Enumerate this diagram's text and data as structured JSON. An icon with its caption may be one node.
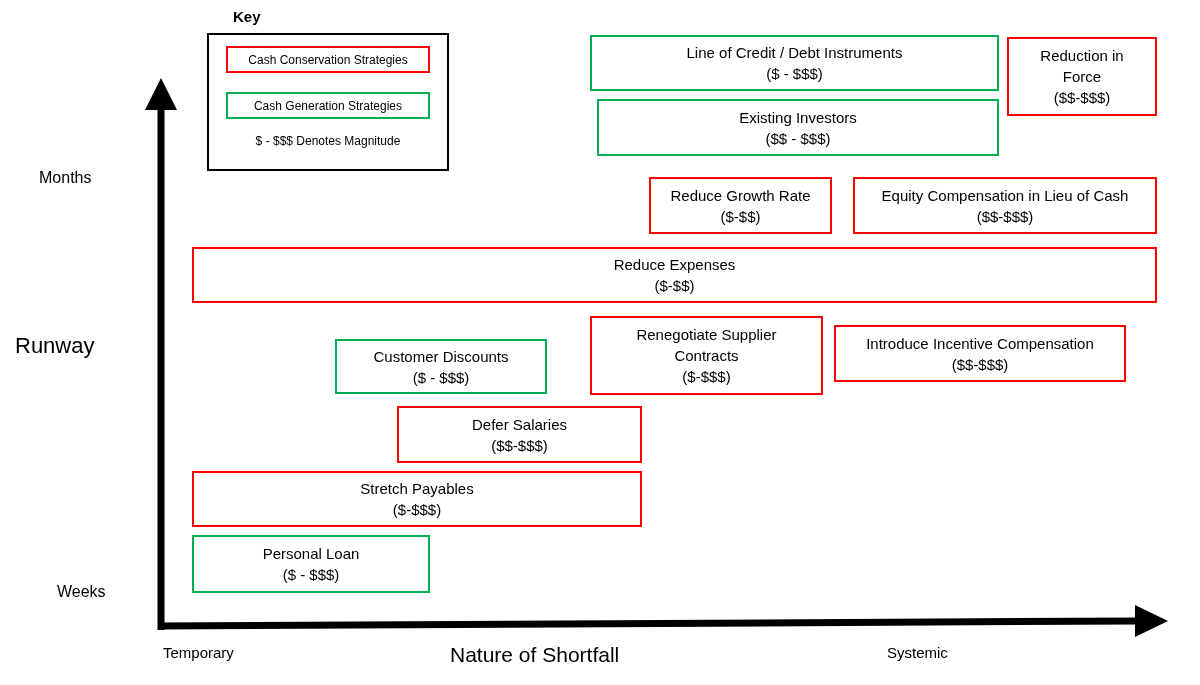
{
  "diagram": {
    "nodes": [
      {
        "text": [
          "Line of Credit / Debt Instruments",
          "($ - $$$)"
        ]
      },
      {
        "text": [
          "Reduction in Force",
          "($$-$$$)"
        ]
      },
      {
        "text": [
          "Existing Investors",
          "($$ - $$$)"
        ]
      },
      {
        "text": [
          "Reduce Growth Rate",
          "($-$$)"
        ]
      },
      {
        "text": [
          "Equity Compensation in Lieu of Cash",
          "($$-$$$)"
        ]
      },
      {
        "text": [
          "Reduce Expenses",
          "($-$$)"
        ]
      },
      {
        "text": [
          "Customer Discounts",
          "($ - $$$)"
        ]
      },
      {
        "text": [
          "Renegotiate Supplier Contracts",
          "($-$$$)"
        ]
      },
      {
        "text": [
          "Introduce Incentive Compensation",
          "($$-$$$)"
        ]
      },
      {
        "text": [
          "Defer Salaries",
          "($$-$$$)"
        ]
      },
      {
        "text": [
          "Stretch Payables",
          "($-$$$)"
        ]
      },
      {
        "text": [
          "Personal Loan",
          "($ - $$$)"
        ]
      }
    ],
    "labels": [
      "Key",
      "Months",
      "Runway",
      "Weeks",
      "Temporary",
      "Nature of Shortfall",
      "Systemic"
    ],
    "legend": [
      {
        "text": "Cash Conservation Strategies",
        "color": "#ff0000"
      },
      {
        "text": "Cash Generation Strategies",
        "color": "#00b050"
      },
      {
        "text": "$ - $$$ Denotes Magnitude"
      }
    ]
  }
}
